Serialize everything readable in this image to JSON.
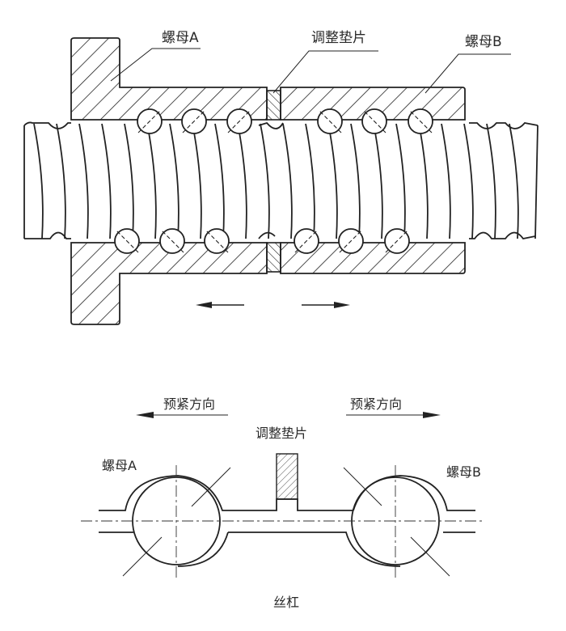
{
  "top_diagram": {
    "labels": {
      "nut_a": "螺母A",
      "shim": "调整垫片",
      "nut_b": "螺母B"
    },
    "arrows": {
      "left": "left-arrow",
      "right": "right-arrow"
    }
  },
  "bottom_diagram": {
    "labels": {
      "preload_left": "预紧方向",
      "preload_right": "预紧方向",
      "shim": "调整垫片",
      "nut_a": "螺母A",
      "nut_b": "螺母B",
      "screw": "丝杠"
    }
  }
}
